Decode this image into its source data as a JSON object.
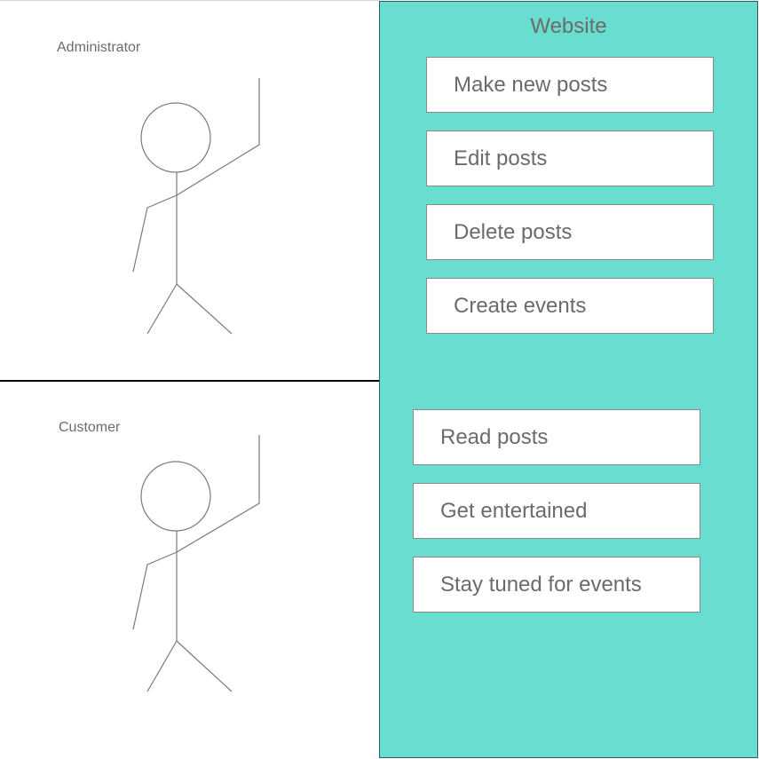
{
  "colors": {
    "system_fill": "#69ddd0",
    "system_border": "#2e5f5a",
    "text": "#6b6b6b",
    "divider": "#000000",
    "stroke": "#7a7a7a"
  },
  "actors": [
    {
      "label": "Administrator"
    },
    {
      "label": "Customer"
    }
  ],
  "system": {
    "title": "Website",
    "admin_usecases": [
      "Make new posts",
      "Edit posts",
      "Delete posts",
      "Create events"
    ],
    "customer_usecases": [
      "Read posts",
      "Get entertained",
      "Stay tuned for events"
    ]
  }
}
